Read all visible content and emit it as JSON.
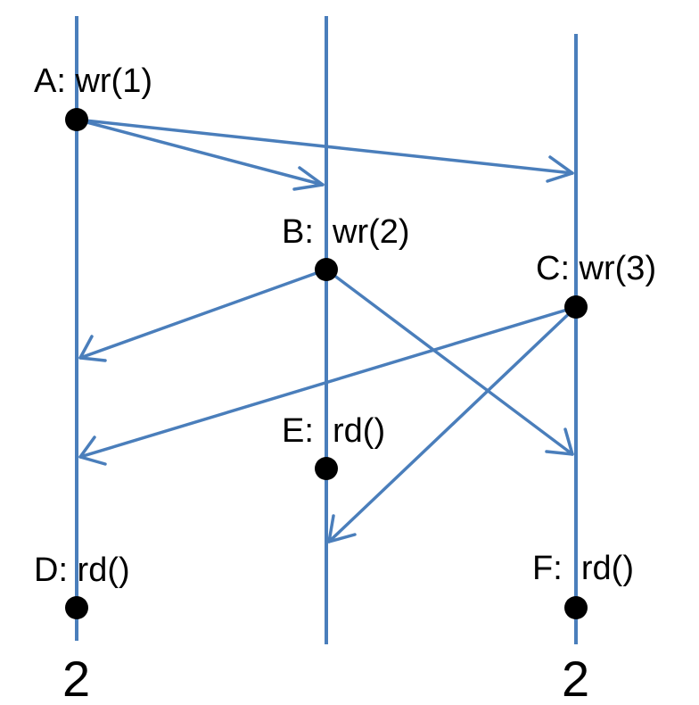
{
  "colors": {
    "line": "#4a7ebb",
    "dot": "#000000",
    "text": "#000000"
  },
  "events": {
    "A": {
      "text": "A: wr(1)"
    },
    "B": {
      "text": "B:  wr(2)"
    },
    "C": {
      "text": "C: wr(3)"
    },
    "D": {
      "text": "D: rd()"
    },
    "E": {
      "text": "E:  rd()"
    },
    "F": {
      "text": "F:  rd()"
    }
  },
  "results": {
    "left": "2",
    "right": "2"
  },
  "messages": [
    {
      "from": "A",
      "to": "middle timeline"
    },
    {
      "from": "A",
      "to": "right timeline"
    },
    {
      "from": "B",
      "to": "left timeline"
    },
    {
      "from": "B",
      "to": "right timeline"
    },
    {
      "from": "C",
      "to": "left timeline"
    },
    {
      "from": "C",
      "to": "middle timeline"
    }
  ]
}
